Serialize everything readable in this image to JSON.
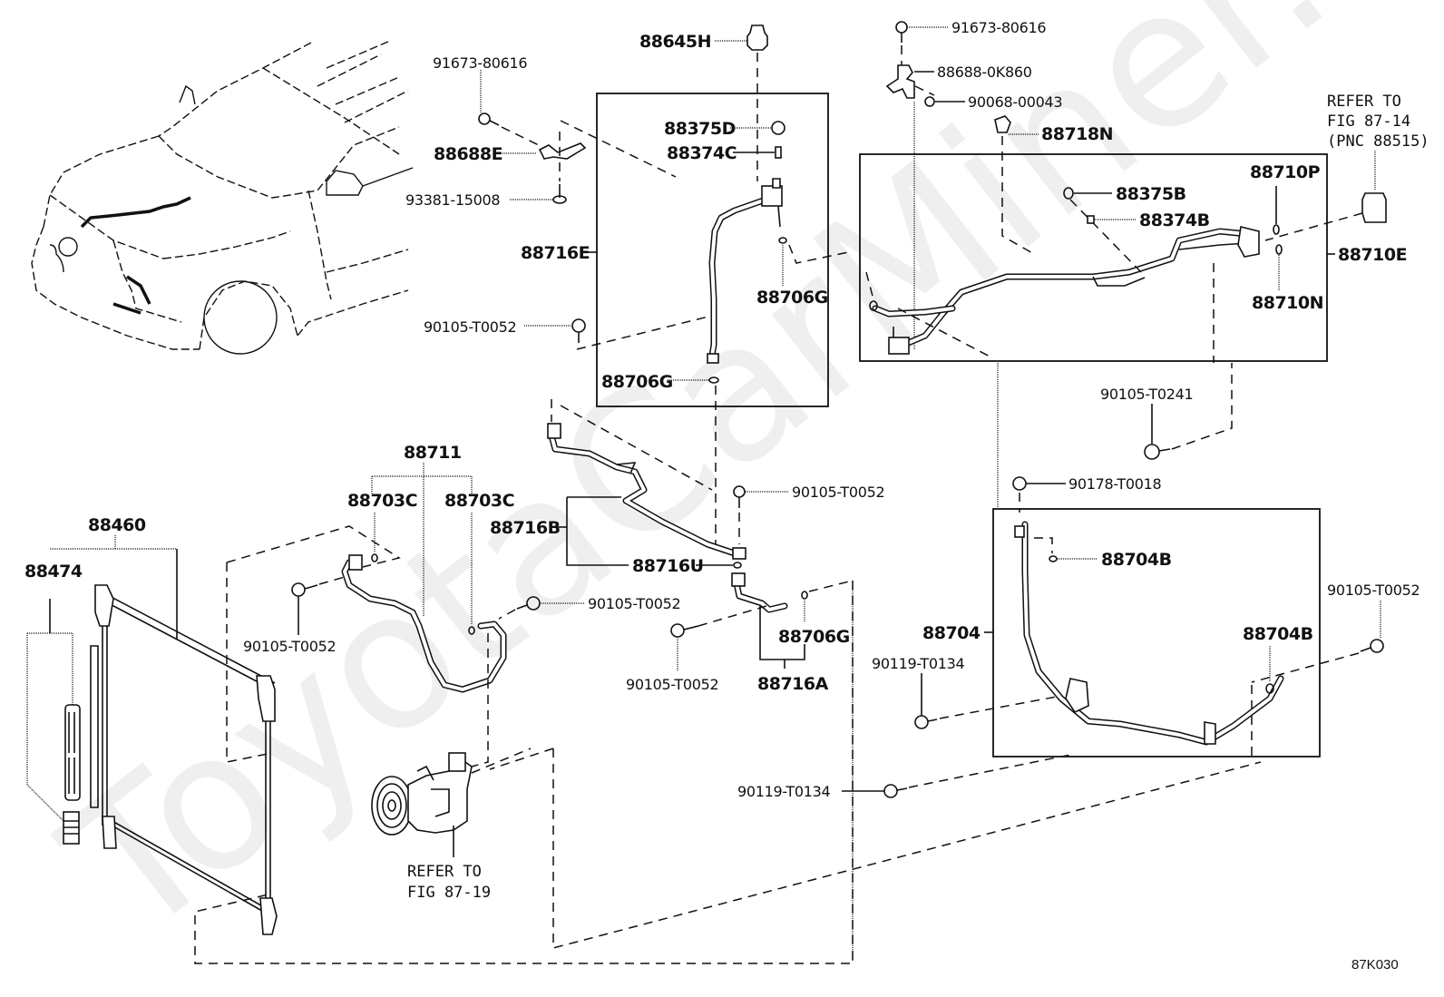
{
  "diagram": {
    "title": "Air conditioner refrigerant piping",
    "figure_code": "87K030",
    "watermark": "ToyotaCarMiner.ru",
    "labels": {
      "p88645H": "88645H",
      "p91673_80616_left": "91673-80616",
      "p88688E": "88688E",
      "p93381_15008": "93381-15008",
      "p88716E": "88716E",
      "p90105_T0052_a": "90105-T0052",
      "p88375D": "88375D",
      "p88374C": "88374C",
      "p88706G_a": "88706G",
      "p88706G_b": "88706G",
      "p91673_80616_right": "91673-80616",
      "p88688_0K860": "88688-0K860",
      "p90068_00043": "90068-00043",
      "p88718N": "88718N",
      "p88375B": "88375B",
      "p88374B": "88374B",
      "p88710P": "88710P",
      "p88710N": "88710N",
      "p88710E": "88710E",
      "p90105_T0241": "90105-T0241",
      "p90178_T0018": "90178-T0018",
      "p88704B_a": "88704B",
      "p88704B_b": "88704B",
      "p88704": "88704",
      "p90119_T0134_a": "90119-T0134",
      "p90119_T0134_b": "90119-T0134",
      "p90105_T0052_right": "90105-T0052",
      "p88711": "88711",
      "p88703C_a": "88703C",
      "p88703C_b": "88703C",
      "p88716B": "88716B",
      "p88716U": "88716U",
      "p90105_T0052_b": "90105-T0052",
      "p90105_T0052_c": "90105-T0052",
      "p90105_T0052_d": "90105-T0052",
      "p90105_T0052_e": "90105-T0052",
      "p88706G_c": "88706G",
      "p88716A": "88716A",
      "p88460": "88460",
      "p88474": "88474"
    },
    "references": {
      "ref_receiver": [
        "REFER TO",
        "FIG 87-14",
        "(PNC 88515)"
      ],
      "ref_compressor": [
        "REFER TO",
        "FIG 87-19"
      ]
    }
  }
}
